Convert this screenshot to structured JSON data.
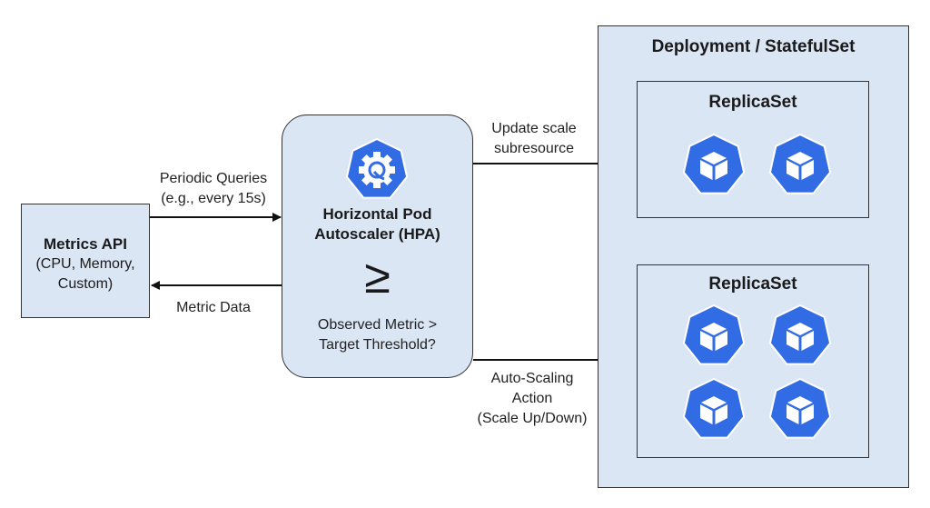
{
  "metrics_api": {
    "title": "Metrics API",
    "line1": "(CPU, Memory,",
    "line2": "Custom)"
  },
  "hpa": {
    "icon": "hpa-gear-icon",
    "title_line1": "Horizontal Pod",
    "title_line2": "Autoscaler (HPA)",
    "symbol": "≥",
    "question_line1": "Observed Metric >",
    "question_line2": "Target Threshold?"
  },
  "edges": {
    "periodic_queries_line1": "Periodic Queries",
    "periodic_queries_line2": "(e.g., every 15s)",
    "metric_data": "Metric Data",
    "update_scale_line1": "Update scale",
    "update_scale_line2": "subresource",
    "autoscaling_line1": "Auto-Scaling",
    "autoscaling_line2": "Action",
    "autoscaling_line3": "(Scale Up/Down)"
  },
  "deployment": {
    "title": "Deployment / StatefulSet",
    "replicasets": [
      {
        "title": "ReplicaSet",
        "pod_count": 2
      },
      {
        "title": "ReplicaSet",
        "pod_count": 4
      }
    ]
  },
  "colors": {
    "box_fill": "#dbe6f5",
    "k8s_blue": "#326ce5",
    "border": "#333333"
  }
}
